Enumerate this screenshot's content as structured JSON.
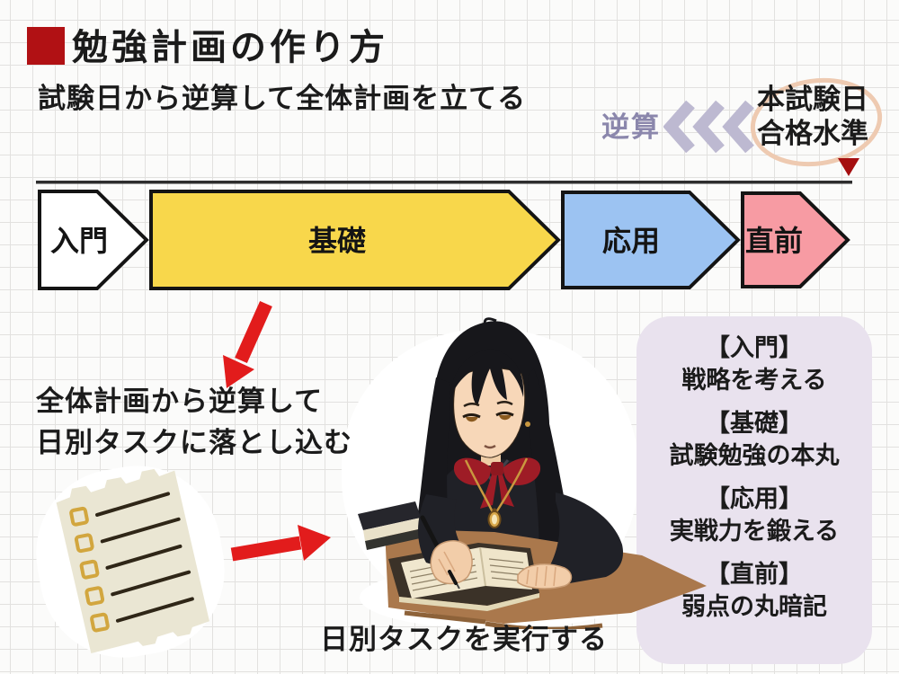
{
  "page": {
    "title": "勉強計画の作り方",
    "subtitle": "試験日から逆算して全体計画を立てる"
  },
  "reverse_calc": {
    "label": "逆算",
    "exam_line1": "本試験日",
    "exam_line2": "合格水準"
  },
  "timeline": {
    "stages": [
      {
        "label": "入門",
        "fill": "#ffffff"
      },
      {
        "label": "基礎",
        "fill": "#f8d74b"
      },
      {
        "label": "応用",
        "fill": "#9cc3f2"
      },
      {
        "label": "直前",
        "fill": "#f79ba3"
      }
    ]
  },
  "breakdown": {
    "line1": "全体計画から逆算して",
    "line2": "日別タスクに落とし込む"
  },
  "caption": "日別タスクを実行する",
  "panel": {
    "items": [
      {
        "header": "【入門】",
        "desc": "戦略を考える"
      },
      {
        "header": "【基礎】",
        "desc": "試験勉強の本丸"
      },
      {
        "header": "【応用】",
        "desc": "実戦力を鍛える"
      },
      {
        "header": "【直前】",
        "desc": "弱点の丸暗記"
      }
    ]
  },
  "colors": {
    "accent_red": "#b11114",
    "marker_red": "#a50f10",
    "arrow_red": "#e21c1c",
    "lavender_text": "#8b87ac",
    "chevron": "#bdb9d1",
    "ellipse": "#eecab1",
    "panel_bg": "#e9e2ee",
    "timeline_line": "#2e2e2e",
    "paper": "#eae6d3",
    "checkbox_gold": "#d2a63e",
    "desk_brown": "#aa784c"
  }
}
